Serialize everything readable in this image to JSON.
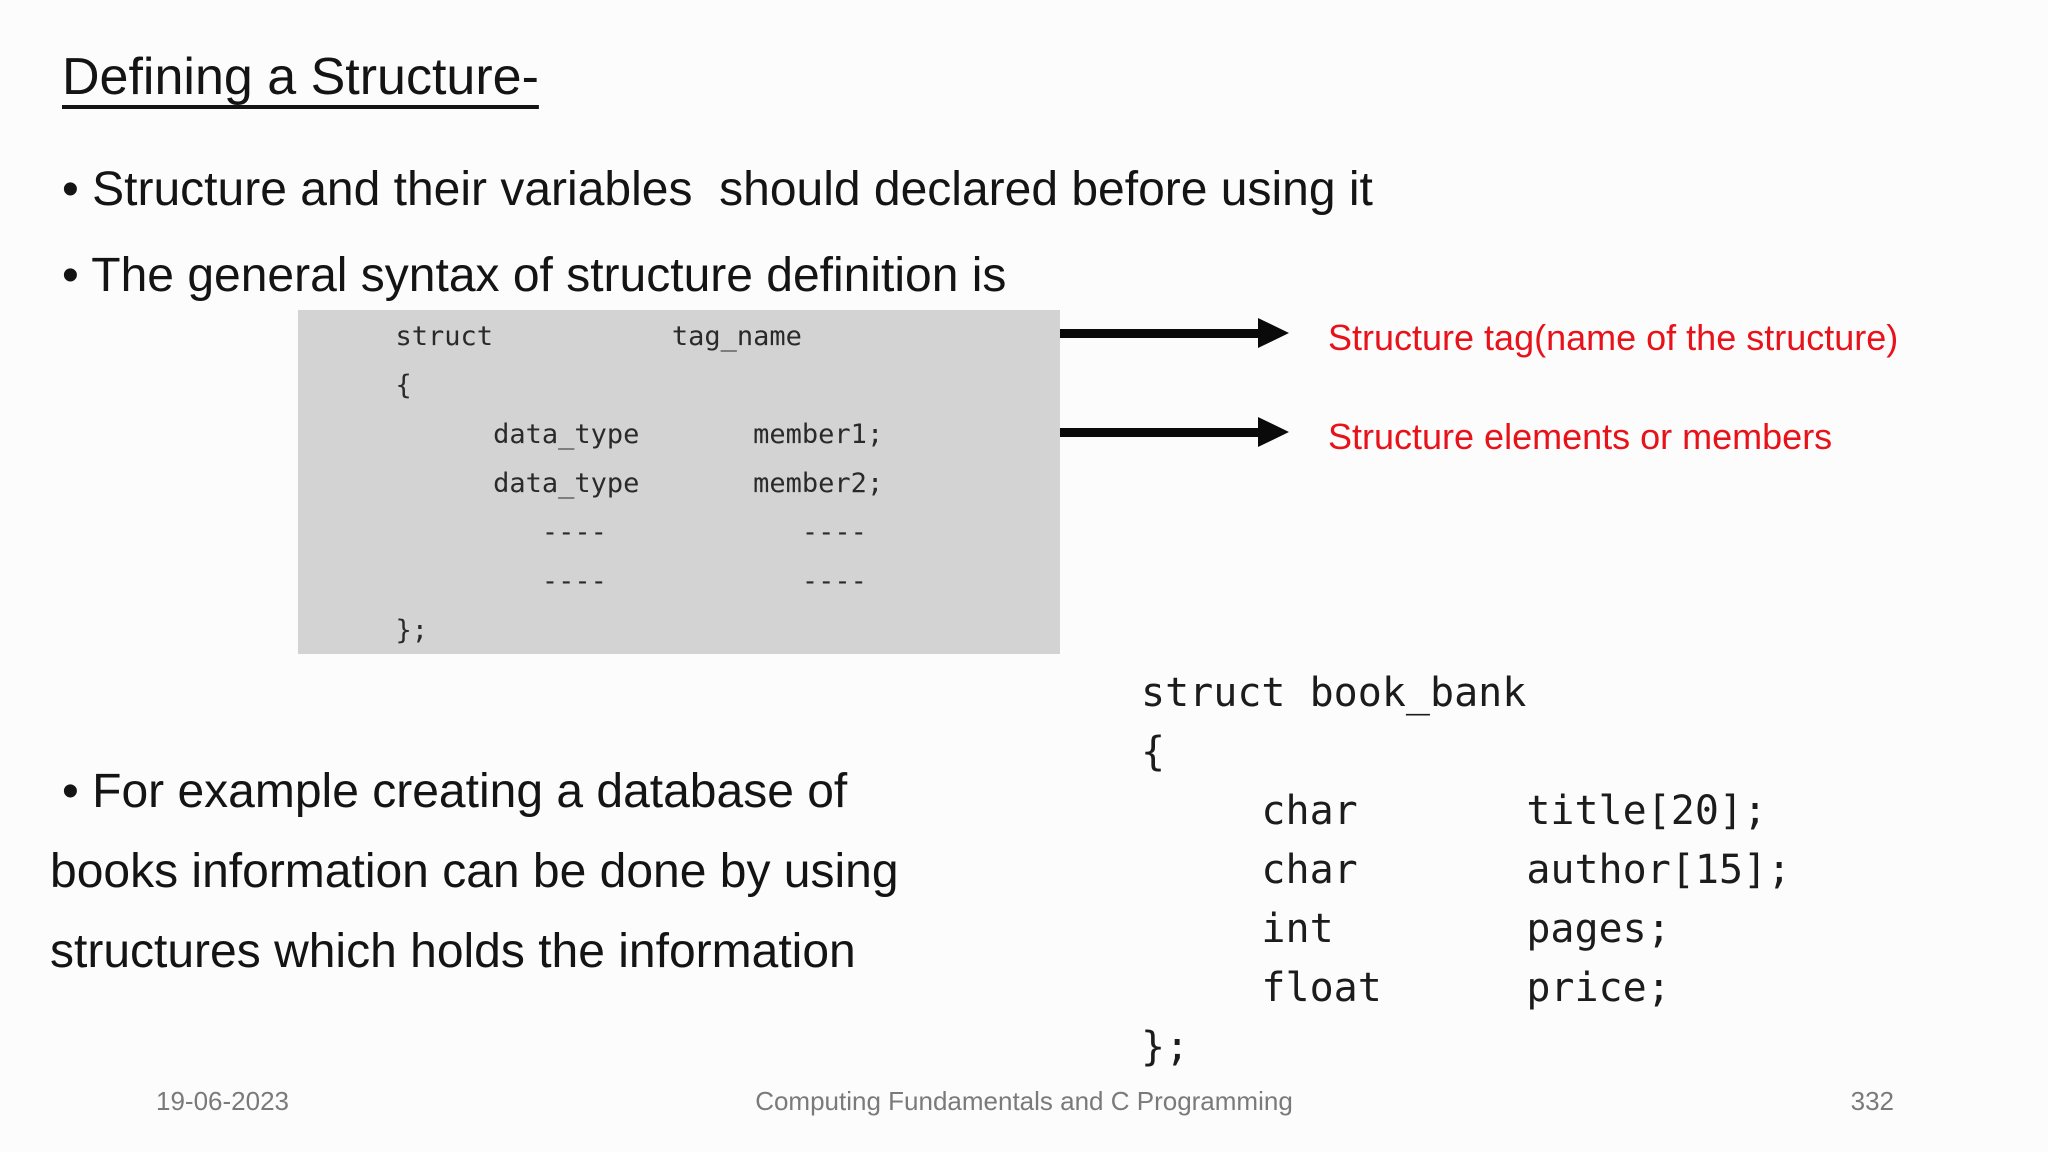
{
  "slide": {
    "title": "Defining a Structure-",
    "bullet1": "• Structure and their variables  should declared before using it",
    "bullet2": "• The general syntax of structure definition is",
    "example_lines": [
      "• For example creating a database of",
      "books information can be done by using",
      "structures which holds the information"
    ]
  },
  "syntax_box": {
    "lines": [
      "      struct           tag_name",
      "      {",
      "            data_type       member1;",
      "            data_type       member2;",
      "               ----            ----",
      "               ----            ----",
      "      };"
    ]
  },
  "annotations": {
    "tag_label": "Structure tag(name of the structure)",
    "members_label": "Structure elements or members"
  },
  "example_code": {
    "lines": [
      "struct book_bank",
      "{",
      "     char       title[20];",
      "     char       author[15];",
      "     int        pages;",
      "     float      price;",
      "};"
    ]
  },
  "footer": {
    "date": "19-06-2023",
    "center_text": "Computing Fundamentals and C Programming",
    "page_number": "332"
  },
  "colors": {
    "annotation_red": "#E8121A",
    "syntax_box_bg": "#D3D3D3",
    "body_text": "#141414",
    "footer_gray": "#7A7A7A"
  }
}
